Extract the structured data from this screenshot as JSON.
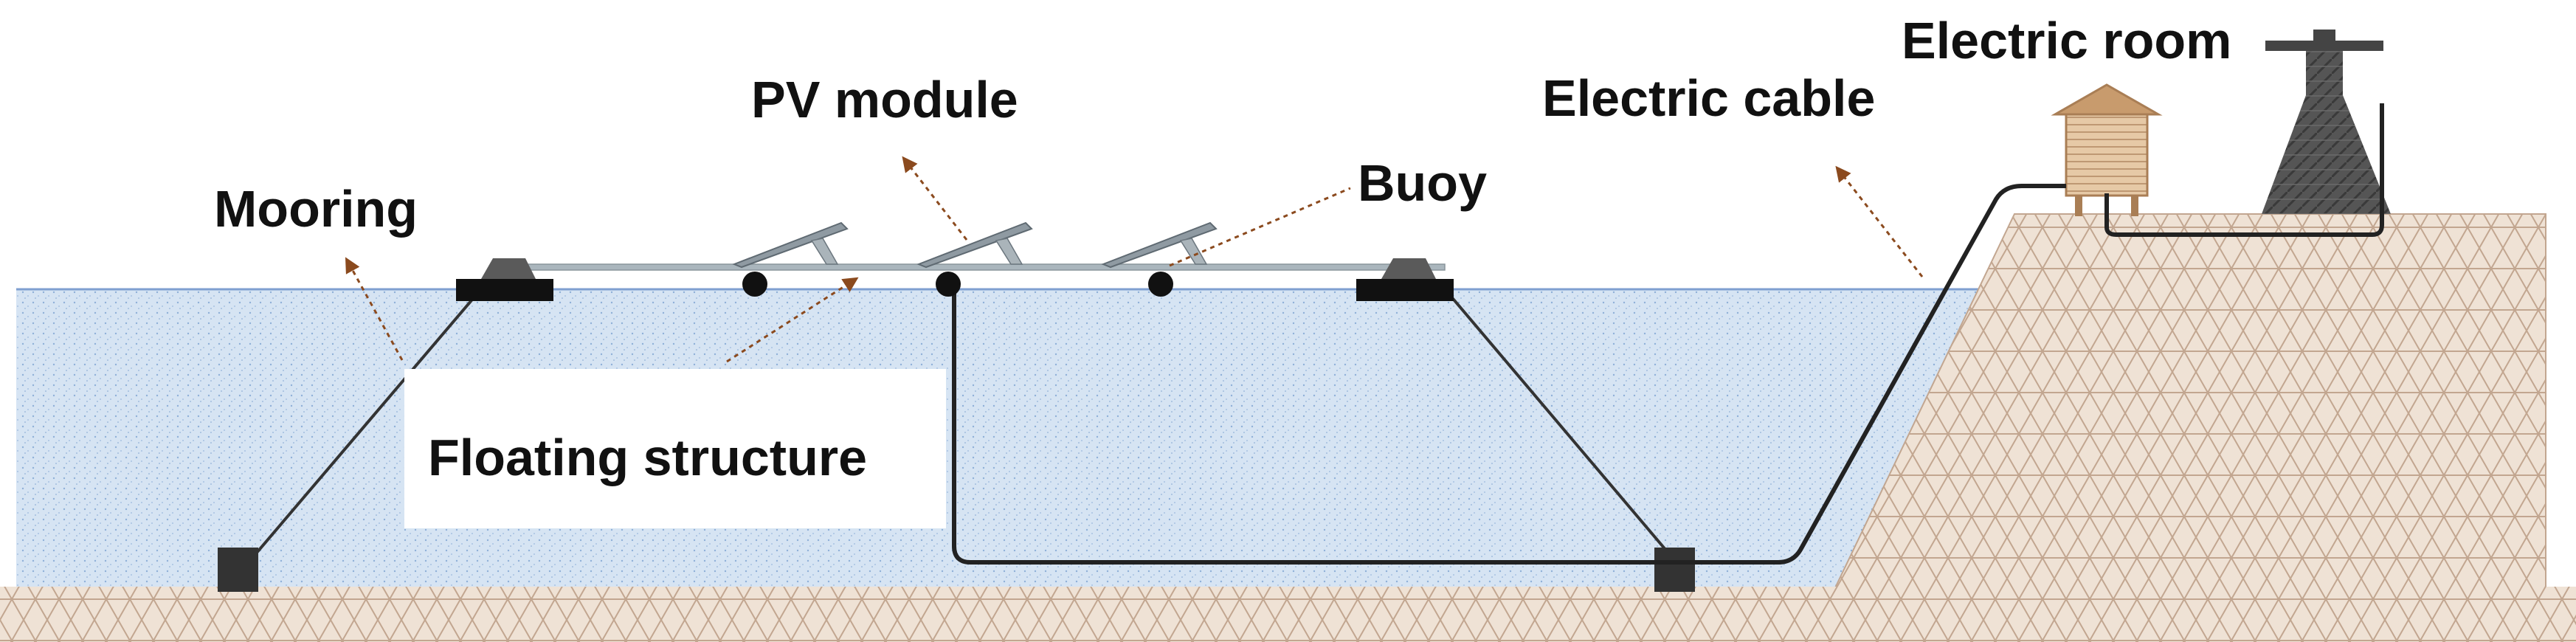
{
  "labels": {
    "mooring": "Mooring",
    "pv_module": "PV module",
    "buoy": "Buoy",
    "floating_structure": "Floating structure",
    "electric_cable": "Electric cable",
    "electric_room": "Electric room"
  },
  "colors": {
    "water": "#d6e4f3",
    "water_surface": "#7f9fd0",
    "soil": "#efe2d5",
    "soil_line": "#c2a690",
    "cable": "#222222",
    "leader_arrow": "#8b4a1e",
    "tower": "#555555",
    "house": "#d9b58f"
  }
}
